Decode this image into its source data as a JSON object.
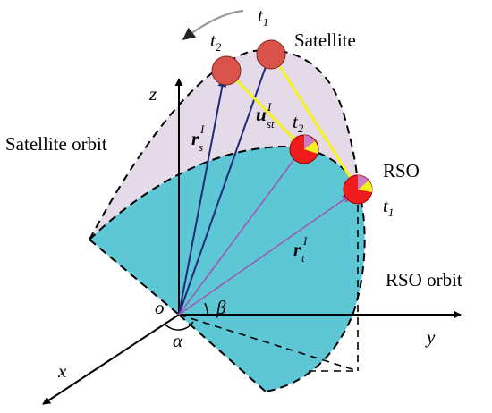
{
  "labels": {
    "satellite": "Satellite",
    "satellite_orbit": "Satellite orbit",
    "rso": "RSO",
    "rso_orbit": "RSO orbit",
    "origin": "o",
    "axis_x": "x",
    "axis_y": "y",
    "axis_z": "z",
    "angle_alpha": "α",
    "angle_beta": "β",
    "t1": "t",
    "t1_sub": "1",
    "t2": "t",
    "t2_sub": "2",
    "vec_rs": "r",
    "vec_rs_sub": "s",
    "vec_rs_sup": "I",
    "vec_rt": "r",
    "vec_rt_sub": "t",
    "vec_rt_sup": "I",
    "vec_ust": "u",
    "vec_ust_sub": "st",
    "vec_ust_sup": "I"
  },
  "colors": {
    "satellite_orbit_fill": "#E4DAE8",
    "rso_orbit_fill": "#5EC7D5",
    "satellite_marker": "#D9534A",
    "rso_marker": "#EE1C1C",
    "satellite_position_vector": "#1F2A7A",
    "rso_position_vector": "#9A5BB4",
    "line_of_sight": "#F5F21E",
    "axis": "#000000"
  }
}
